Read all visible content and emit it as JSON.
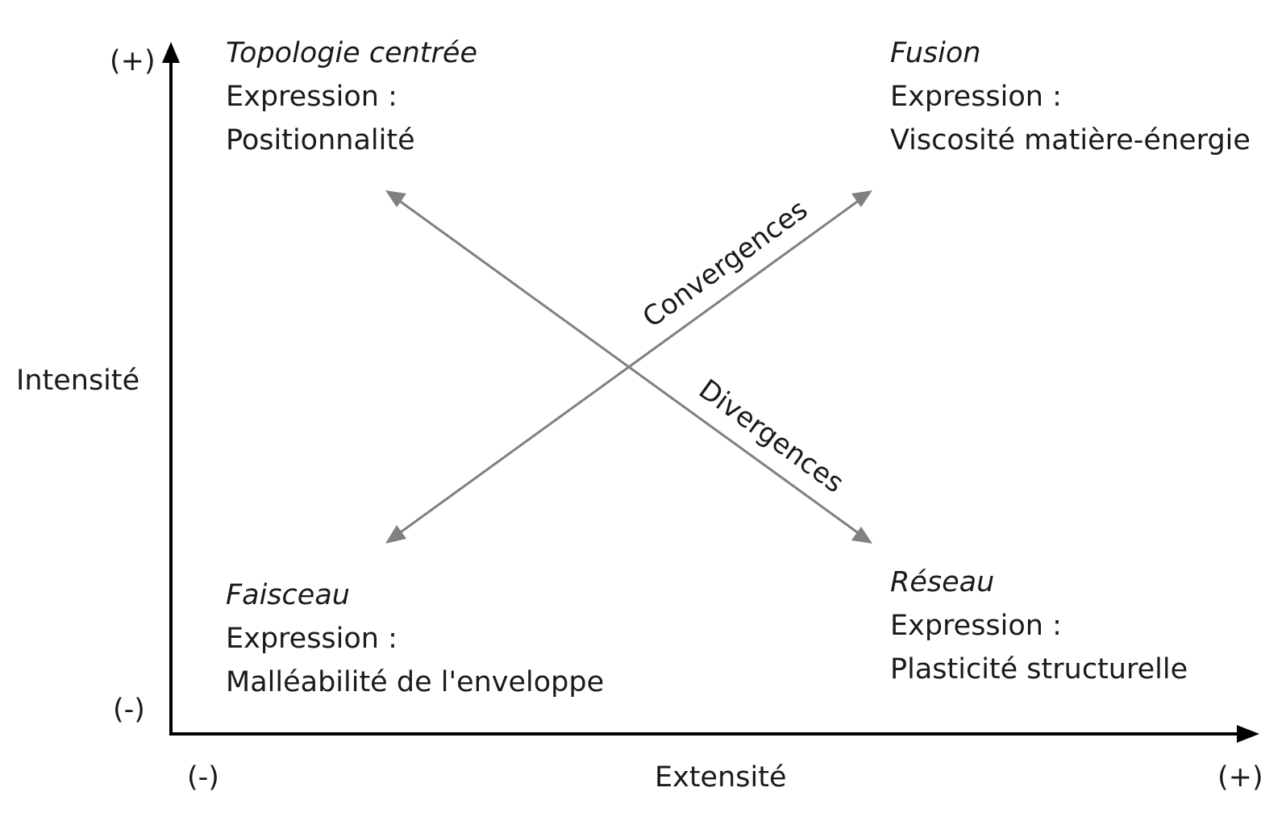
{
  "axes": {
    "y_title": "Intensité",
    "y_plus": "(+)",
    "y_minus": "(-)",
    "x_title": "Extensité",
    "x_minus": "(-)",
    "x_plus": "(+)"
  },
  "quadrants": {
    "top_left": {
      "title": "Topologie centrée",
      "expression_label": "Expression :",
      "expression_value": "Positionnalité"
    },
    "top_right": {
      "title": "Fusion",
      "expression_label": "Expression :",
      "expression_value": "Viscosité matière-énergie"
    },
    "bottom_left": {
      "title": "Faisceau",
      "expression_label": "Expression :",
      "expression_value": "Malléabilité de l'enveloppe"
    },
    "bottom_right": {
      "title": "Réseau",
      "expression_label": "Expression :",
      "expression_value": "Plasticité structurelle"
    }
  },
  "arrows": {
    "convergences": "Convergences",
    "divergences": "Divergences"
  },
  "colors": {
    "axis": "#000000",
    "arrow": "#808080",
    "text": "#1a1a1a"
  }
}
